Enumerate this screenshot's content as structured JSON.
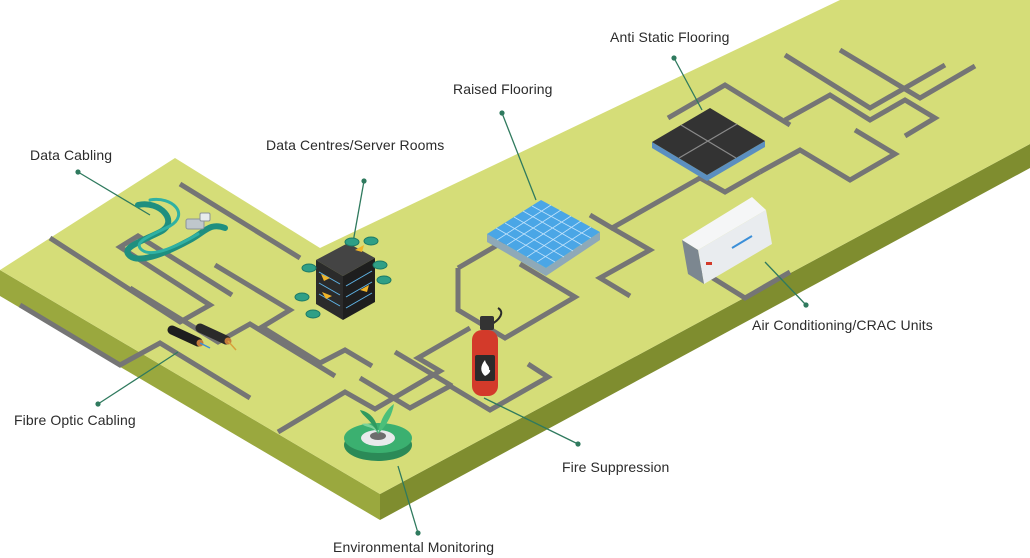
{
  "labels": {
    "anti_static_flooring": "Anti Static Flooring",
    "raised_flooring": "Raised Flooring",
    "data_centres": "Data Centres/Server Rooms",
    "data_cabling": "Data Cabling",
    "air_conditioning": "Air Conditioning/CRAC Units",
    "fibre_optic": "Fibre Optic Cabling",
    "fire_suppression": "Fire Suppression",
    "environmental_monitoring": "Environmental Monitoring"
  },
  "colors": {
    "floor_top": "#d5dd78",
    "floor_side": "#9aa83e",
    "floor_side_dark": "#7d8a2e",
    "cable": "#757575",
    "leader": "#2f7a5e",
    "raised_tile": "#4aa6e6",
    "antistatic_tile": "#333333",
    "server": "#2d2d2d",
    "disk": "#2f9f86",
    "extinguisher": "#d33a2a",
    "ac_unit": "#e9ecef",
    "plant": "#2f9a5f"
  }
}
